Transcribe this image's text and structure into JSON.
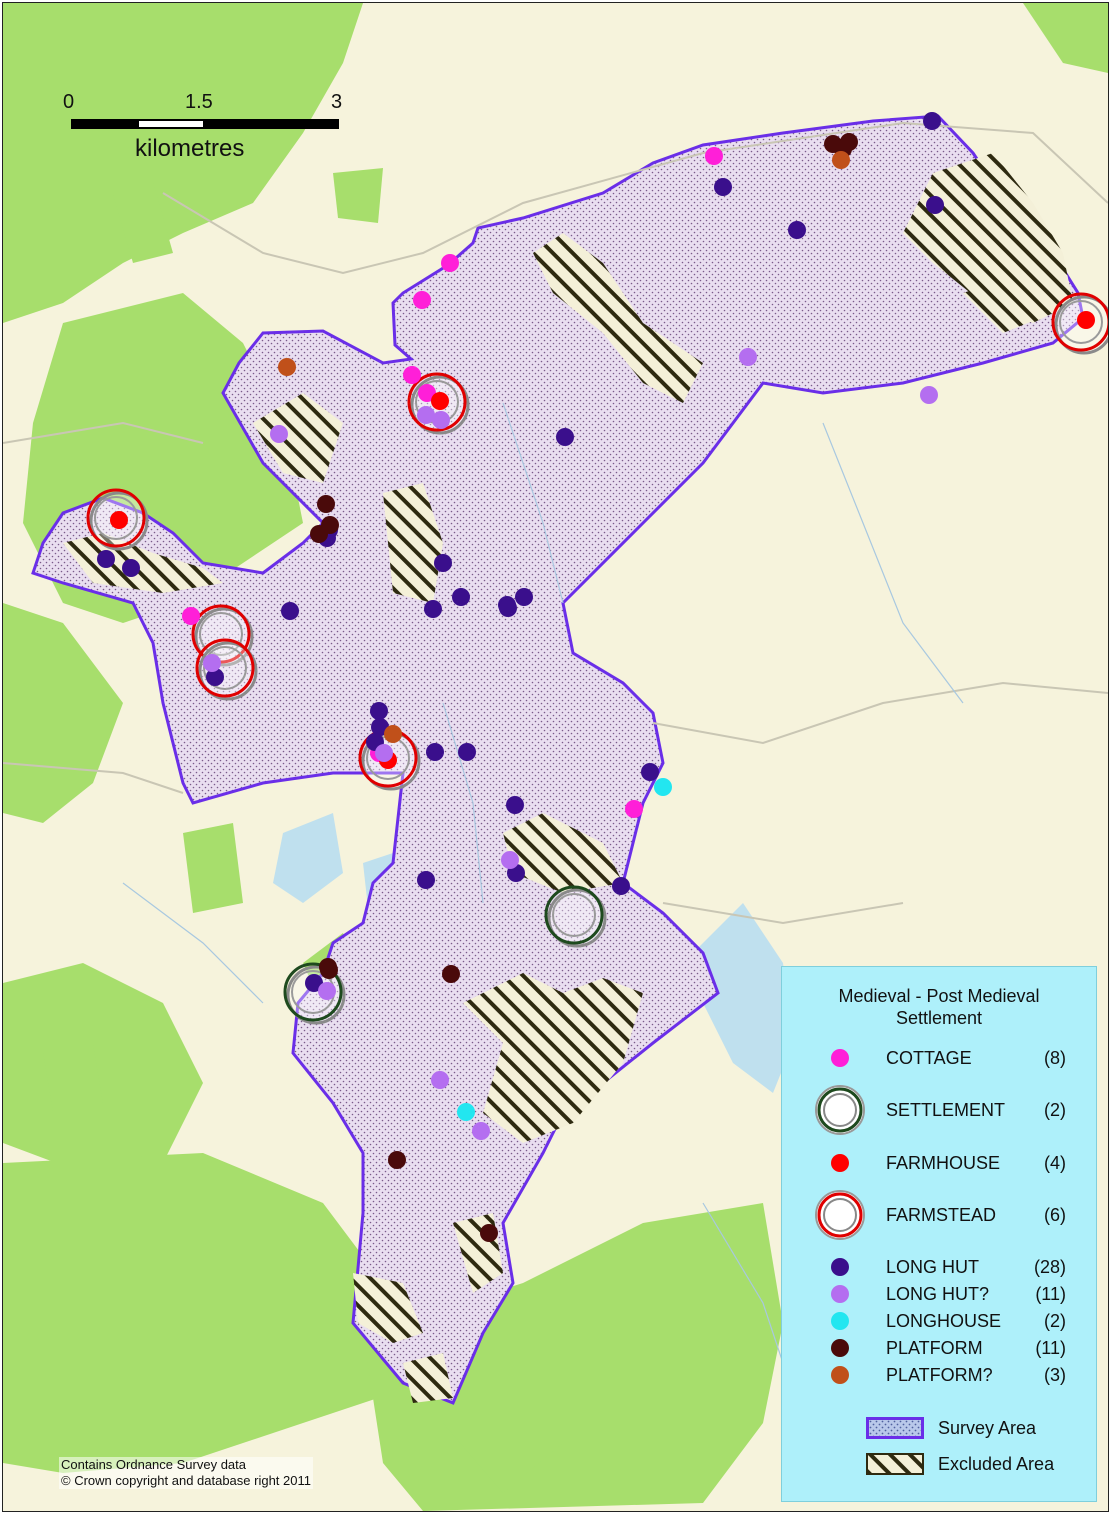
{
  "scale": {
    "ticks": [
      "0",
      "1.5",
      "3"
    ],
    "unit": "kilometres"
  },
  "credit": {
    "line1": "Contains Ordnance Survey data",
    "line2": "© Crown copyright and database right 2011"
  },
  "legend": {
    "title_line1": "Medieval - Post Medieval",
    "title_line2": "Settlement",
    "items": [
      {
        "label": "COTTAGE",
        "count": "(8)",
        "symbol": "dot",
        "color": "#ff1fd8"
      },
      {
        "label": "SETTLEMENT",
        "count": "(2)",
        "symbol": "ring",
        "color": "#1e4a1e"
      },
      {
        "label": "FARMHOUSE",
        "count": "(4)",
        "symbol": "dot",
        "color": "#ff0000"
      },
      {
        "label": "FARMSTEAD",
        "count": "(6)",
        "symbol": "ring",
        "color": "#e00000"
      },
      {
        "label": "LONG HUT",
        "count": "(28)",
        "symbol": "dot",
        "color": "#3a0f8c"
      },
      {
        "label": "LONG HUT?",
        "count": "(11)",
        "symbol": "dot",
        "color": "#b46ef0"
      },
      {
        "label": "LONGHOUSE",
        "count": "(2)",
        "symbol": "dot",
        "color": "#22e6f0"
      },
      {
        "label": "PLATFORM",
        "count": "(11)",
        "symbol": "dot",
        "color": "#4a0a0a"
      },
      {
        "label": "PLATFORM?",
        "count": "(3)",
        "symbol": "dot",
        "color": "#c0501a"
      }
    ],
    "areas": [
      {
        "label": "Survey Area",
        "pattern": "survey"
      },
      {
        "label": "Excluded Area",
        "pattern": "excluded"
      }
    ]
  },
  "colors": {
    "background": "#f6f3dc",
    "forest": "#a7de6c",
    "survey_fill": "#e8ddef",
    "survey_border": "#6a2ee8",
    "excluded_hatch": "#2e2a10",
    "legend_bg": "#aef0fa"
  }
}
